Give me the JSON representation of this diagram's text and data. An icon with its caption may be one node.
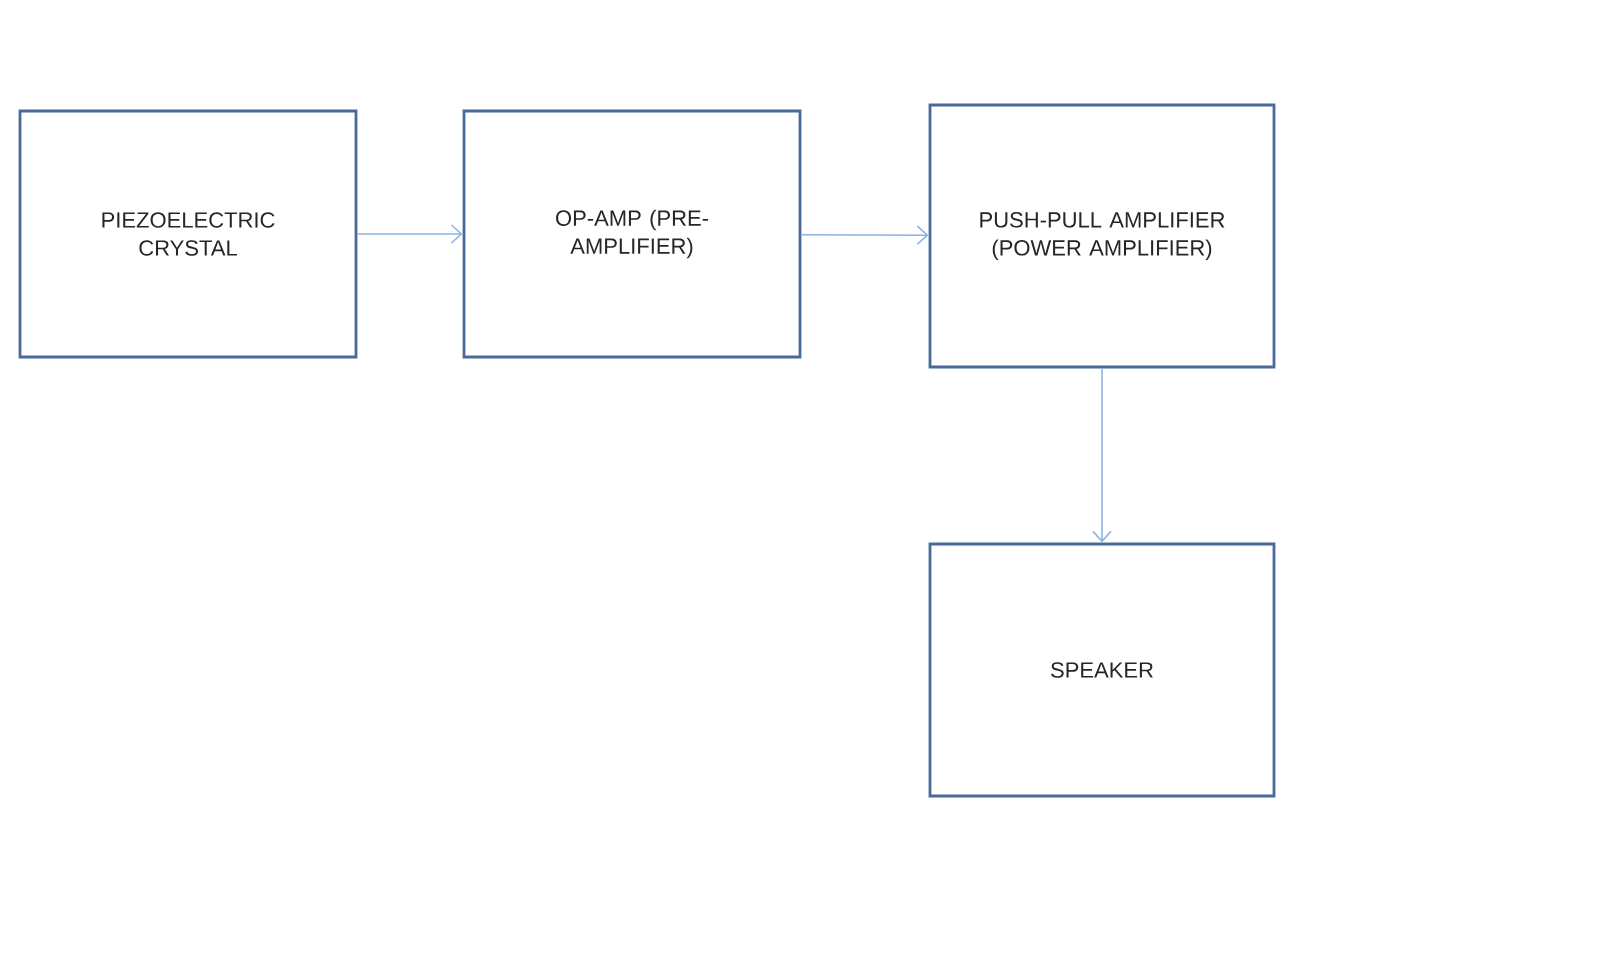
{
  "diagram": {
    "nodes": [
      {
        "text": [
          "PIEZOELECTRIC CRYSTAL"
        ]
      },
      {
        "text": [
          "OP-AMP (PRE-AMPLIFIER)"
        ]
      },
      {
        "text": [
          "PUSH-PULL AMPLIFIER (POWER AMPLIFIER)"
        ]
      },
      {
        "text": [
          "SPEAKER"
        ]
      }
    ],
    "edges": [
      {
        "from": 0,
        "to": 1,
        "arrow": "to"
      },
      {
        "from": 1,
        "to": 2,
        "arrow": "to"
      },
      {
        "from": 2,
        "to": 3,
        "arrow": "to"
      }
    ]
  }
}
